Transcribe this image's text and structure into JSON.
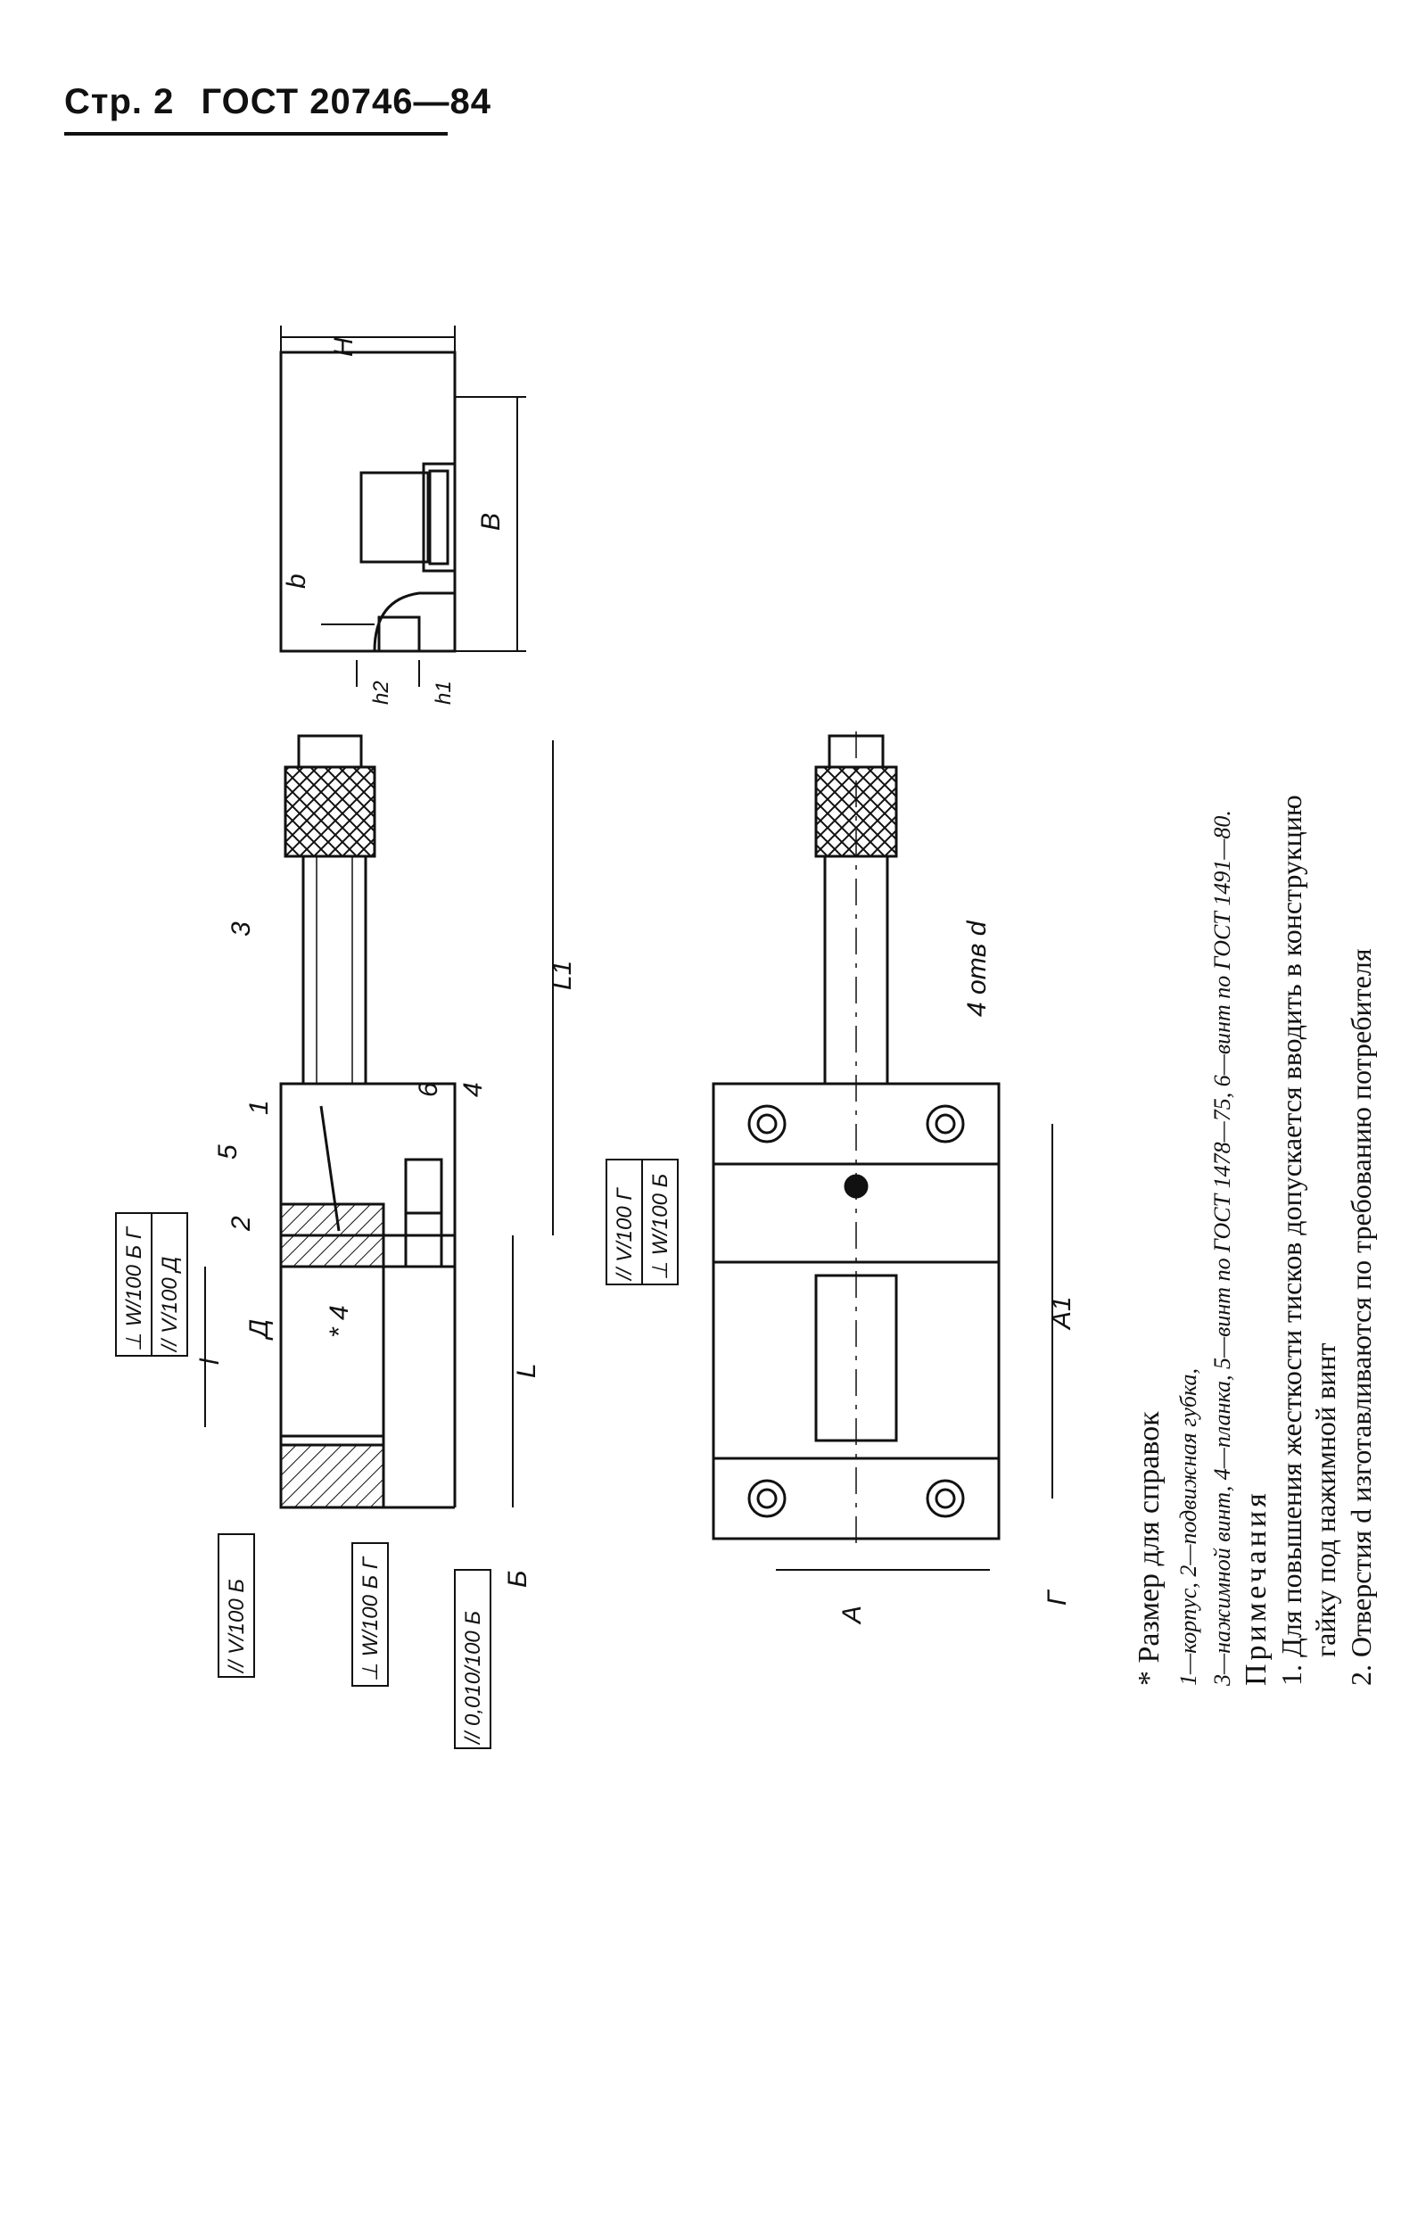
{
  "header": {
    "page_label": "Стр. 2",
    "standard": "ГОСТ 20746—84"
  },
  "drawing": {
    "labels": {
      "H": "H",
      "B": "B",
      "b": "b",
      "h1": "h1",
      "h2": "h2",
      "L": "L",
      "L1": "L1",
      "l": "l",
      "A": "A",
      "A1": "A1",
      "star4": "* 4",
      "holes": "4 отв d",
      "part1": "1",
      "part2": "2",
      "part3": "3",
      "part4": "4",
      "part5": "5",
      "part6": "6",
      "datum_D": "Д",
      "datum_B": "Б",
      "datum_G": "Г"
    },
    "tolerances": {
      "t1": "⊥ W/100 Б Г",
      "t2": "// V/100 Д",
      "t3": "// V/100 Б",
      "t4": "⊥ W/100 Б Г",
      "t5": "// 0,010/100 Б",
      "t6": "// V/100 Г",
      "t7": "⊥ W/100 Б"
    }
  },
  "notes": {
    "footnote": "* Размер для справок",
    "parts_line1": "1—корпус, 2—подвижная губка,",
    "parts_line2": "3—нажимной винт, 4—планка, 5—винт по ГОСТ 1478—75, 6—винт по ГОСТ 1491—80.",
    "notes_title": "Примечания",
    "note1a": "1. Для повышения жесткости тисков допускается вводить в конструкцию",
    "note1b": "гайку под нажимной винт",
    "note2": "2. Отверстия d изготавливаются по требованию потребителя"
  }
}
